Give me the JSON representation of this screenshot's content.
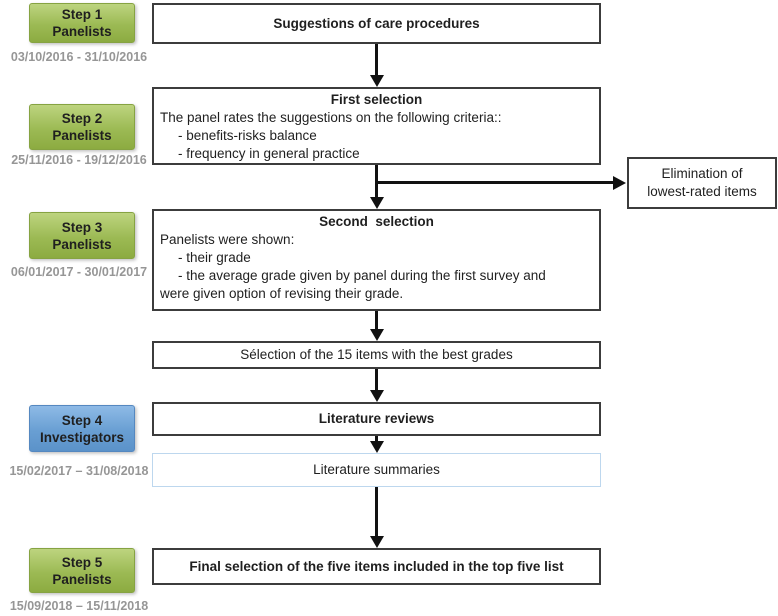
{
  "steps": [
    {
      "step": "Step 1",
      "role": "Panelists",
      "dates": "03/10/2016 - 31/10/2016",
      "type": "green"
    },
    {
      "step": "Step 2",
      "role": "Panelists",
      "dates": "25/11/2016 - 19/12/2016",
      "type": "green"
    },
    {
      "step": "Step 3",
      "role": "Panelists",
      "dates": "06/01/2017 - 30/01/2017",
      "type": "green"
    },
    {
      "step": "Step 4",
      "role": "Investigators",
      "dates": "15/02/2017 – 31/08/2018",
      "type": "blue"
    },
    {
      "step": "Step 5",
      "role": "Panelists",
      "dates": "15/09/2018 – 15/11/2018",
      "type": "green"
    }
  ],
  "flow": {
    "suggestions": {
      "title": "Suggestions of care procedures"
    },
    "first_selection": {
      "title": "First selection",
      "intro": "The panel rates the suggestions on the following criteria::",
      "items": [
        "- benefits-risks balance",
        "- frequency in general practice"
      ]
    },
    "elimination": {
      "line1": "Elimination of",
      "line2": "lowest-rated items"
    },
    "second_selection": {
      "title": "Second  selection",
      "intro": "Panelists were shown:",
      "items": [
        "- their grade",
        "- the average grade given by panel during the first survey and"
      ],
      "outro": "were given option of revising their grade."
    },
    "selection_15": {
      "title": "Sélection of the 15 items with the best grades"
    },
    "literature_reviews": {
      "title": "Literature reviews"
    },
    "literature_summaries": {
      "title": "Literature summaries"
    },
    "final_selection": {
      "title": "Final selection of the five items included in the top five list"
    }
  },
  "colors": {
    "step_green": "#9cba54",
    "step_blue": "#699fd3",
    "date_gray": "#969696",
    "box_border": "#3c3c3c",
    "summaries_border": "#bdd7ee",
    "arrow": "#111111"
  }
}
